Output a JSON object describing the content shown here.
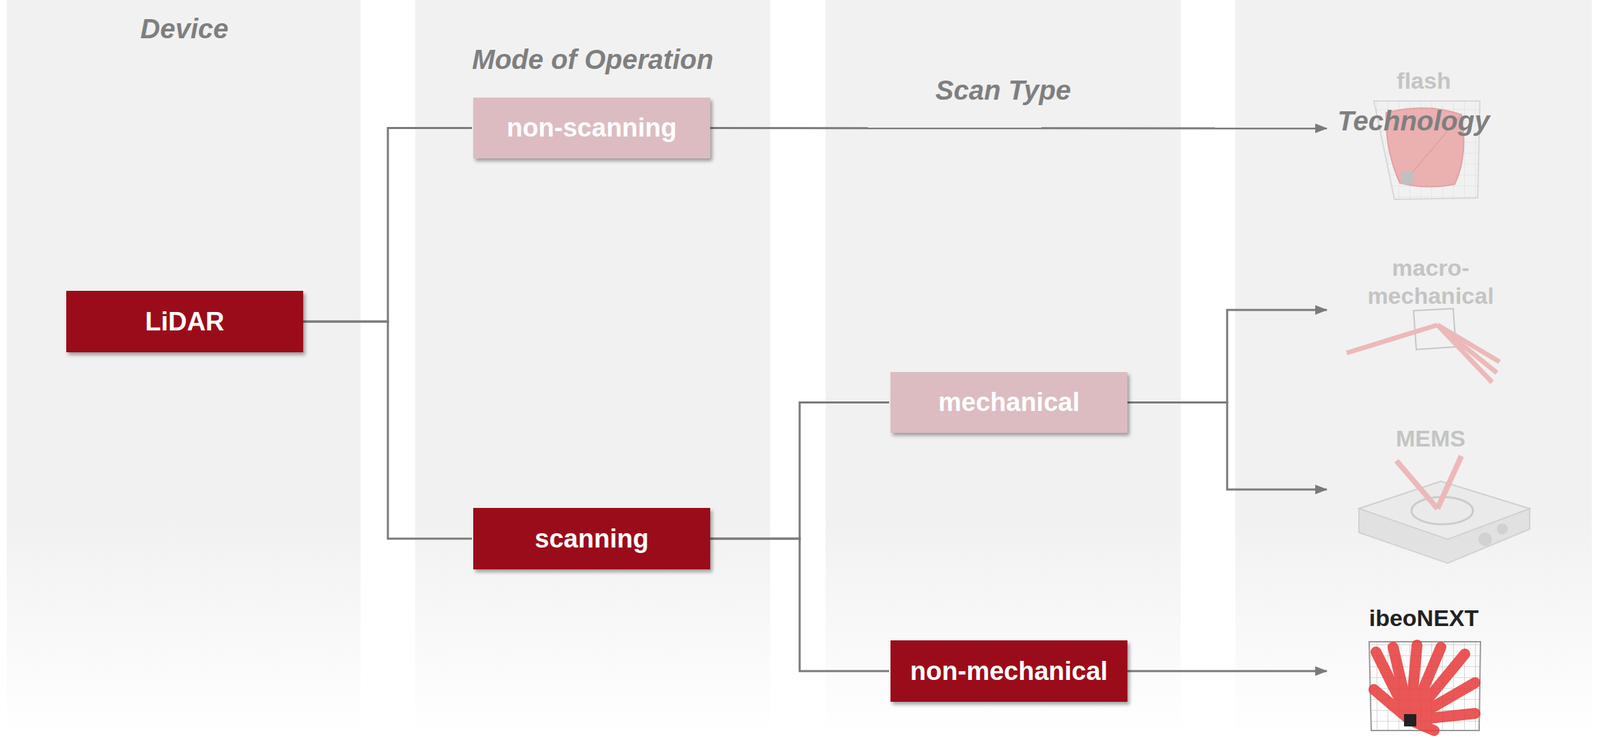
{
  "diagram": {
    "nodes": [
      {
        "text": [
          "LiDAR"
        ]
      },
      {
        "text": [
          "non-scanning"
        ]
      },
      {
        "text": [
          "scanning"
        ]
      },
      {
        "text": [
          "mechanical"
        ]
      },
      {
        "text": [
          "non-mechanical"
        ]
      },
      {
        "text": [
          "flash"
        ]
      },
      {
        "text": [
          "macro- mechanical"
        ]
      },
      {
        "text": [
          "MEMS"
        ]
      },
      {
        "text": [
          "ibeoNEXT"
        ]
      }
    ],
    "edges": [
      {
        "from": 0,
        "to": 1,
        "arrow": "none"
      },
      {
        "from": 0,
        "to": 2,
        "arrow": "none"
      },
      {
        "from": 1,
        "to": 5,
        "arrow": "to"
      },
      {
        "from": 2,
        "to": 3,
        "arrow": "none"
      },
      {
        "from": 2,
        "to": 4,
        "arrow": "none"
      },
      {
        "from": 3,
        "to": 6,
        "arrow": "to"
      },
      {
        "from": 3,
        "to": 7,
        "arrow": "to"
      },
      {
        "from": 4,
        "to": 8,
        "arrow": "to"
      }
    ],
    "labels": [
      "Device",
      "Mode of Operation",
      "Scan Type",
      "Technology"
    ]
  }
}
